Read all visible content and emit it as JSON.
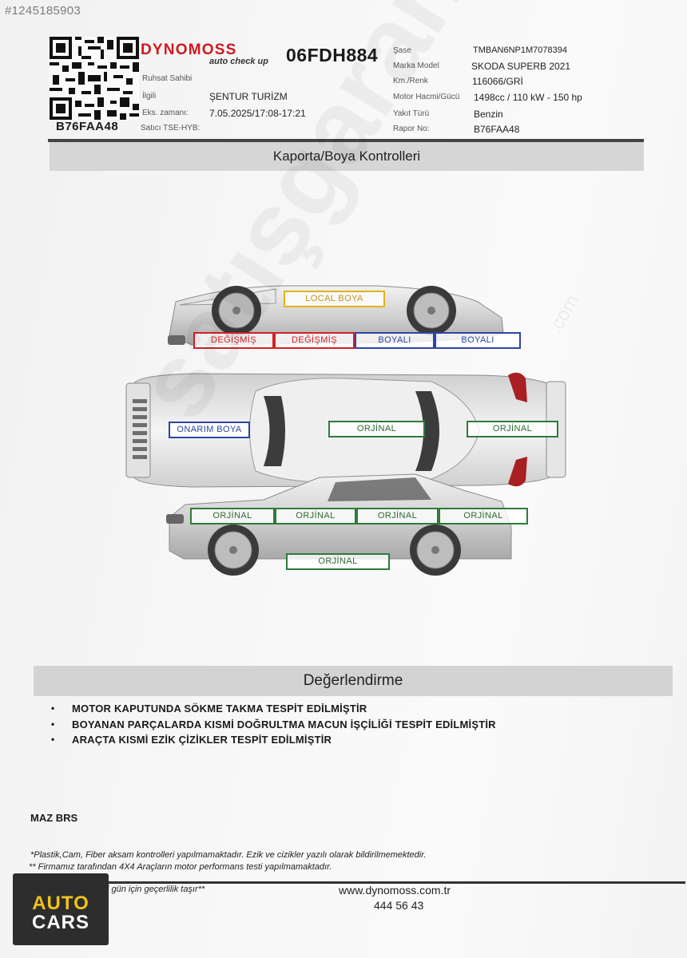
{
  "listing_id": "#1245185903",
  "header": {
    "report_code": "B76FAA48",
    "brand_name": "DYNOMOSS",
    "brand_tagline": "auto check up",
    "plate": "06FDH884",
    "left_fields": [
      {
        "label": "Ruhsat Sahibi",
        "value": ""
      },
      {
        "label": "İlgili",
        "value": "ŞENTUR TURİZM"
      },
      {
        "label": "Eks. zamanı:",
        "value": "7.05.2025/17:08-17:21"
      },
      {
        "label": "Satıcı TSE-HYB:",
        "value": ""
      }
    ],
    "right_fields": [
      {
        "label": "Şase",
        "value": "TMBAN6NP1M7078394"
      },
      {
        "label": "Marka Model",
        "value": "SKODA SUPERB 2021"
      },
      {
        "label": "Km./Renk",
        "value": "116066/GRİ"
      },
      {
        "label": "Motor Hacmi/Gücü",
        "value": "1498cc / 110 kW - 150 hp"
      },
      {
        "label": "Yakıt Türü",
        "value": "Benzin"
      },
      {
        "label": "Rapor No:",
        "value": "B76FAA48"
      }
    ]
  },
  "bodywork": {
    "title": "Kaporta/Boya Kontrolleri",
    "tags": {
      "roof_top": "LOCAL BOYA",
      "left_front_fender": "DEĞİŞMİŞ",
      "left_front_door": "DEĞİŞMİŞ",
      "left_rear_door": "BOYALI",
      "left_rear_fender": "BOYALI",
      "hood": "ONARIM BOYA",
      "roof": "ORJİNAL",
      "trunk": "ORJİNAL",
      "right_front_fender": "ORJİNAL",
      "right_front_door": "ORJİNAL",
      "right_rear_door": "ORJİNAL",
      "right_rear_fender": "ORJİNAL",
      "right_sill": "ORJİNAL"
    },
    "colors": {
      "changed": "#d42026",
      "painted": "#2b45a8",
      "local": "#e3b21a",
      "original": "#2f7a3b"
    }
  },
  "evaluation": {
    "title": "Değerlendirme",
    "items": [
      "MOTOR KAPUTUNDA SÖKME TAKMA TESPİT EDİLMİŞTİR",
      "BOYANAN PARÇALARDA KISMİ DOĞRULTMA MACUN İŞÇİLİĞİ TESPİT EDİLMİŞTİR",
      "ARAÇTA KISMİ EZİK ÇİZİKLER TESPİT EDİLMİŞTİR"
    ]
  },
  "signer": "MAZ BRS",
  "notes": [
    "*Plastik,Cam, Fiber aksam kontrolleri yapılmamaktadır. Ezik ve cizikler yazılı olarak bildirilmemektedir.",
    "** Firmamız tarafından 4X4 Araçların motor performans testi yapılmamaktadır.",
    "**İşbu rapor verildiği gün için geçerlilik taşır**"
  ],
  "footer": {
    "website": "www.dynomoss.com.tr",
    "phone": "444 56 43"
  },
  "logo": {
    "line1": "AUTO",
    "line2": "CARS"
  },
  "watermark": {
    "text": "satışgaranti",
    "suffix": ".com"
  }
}
